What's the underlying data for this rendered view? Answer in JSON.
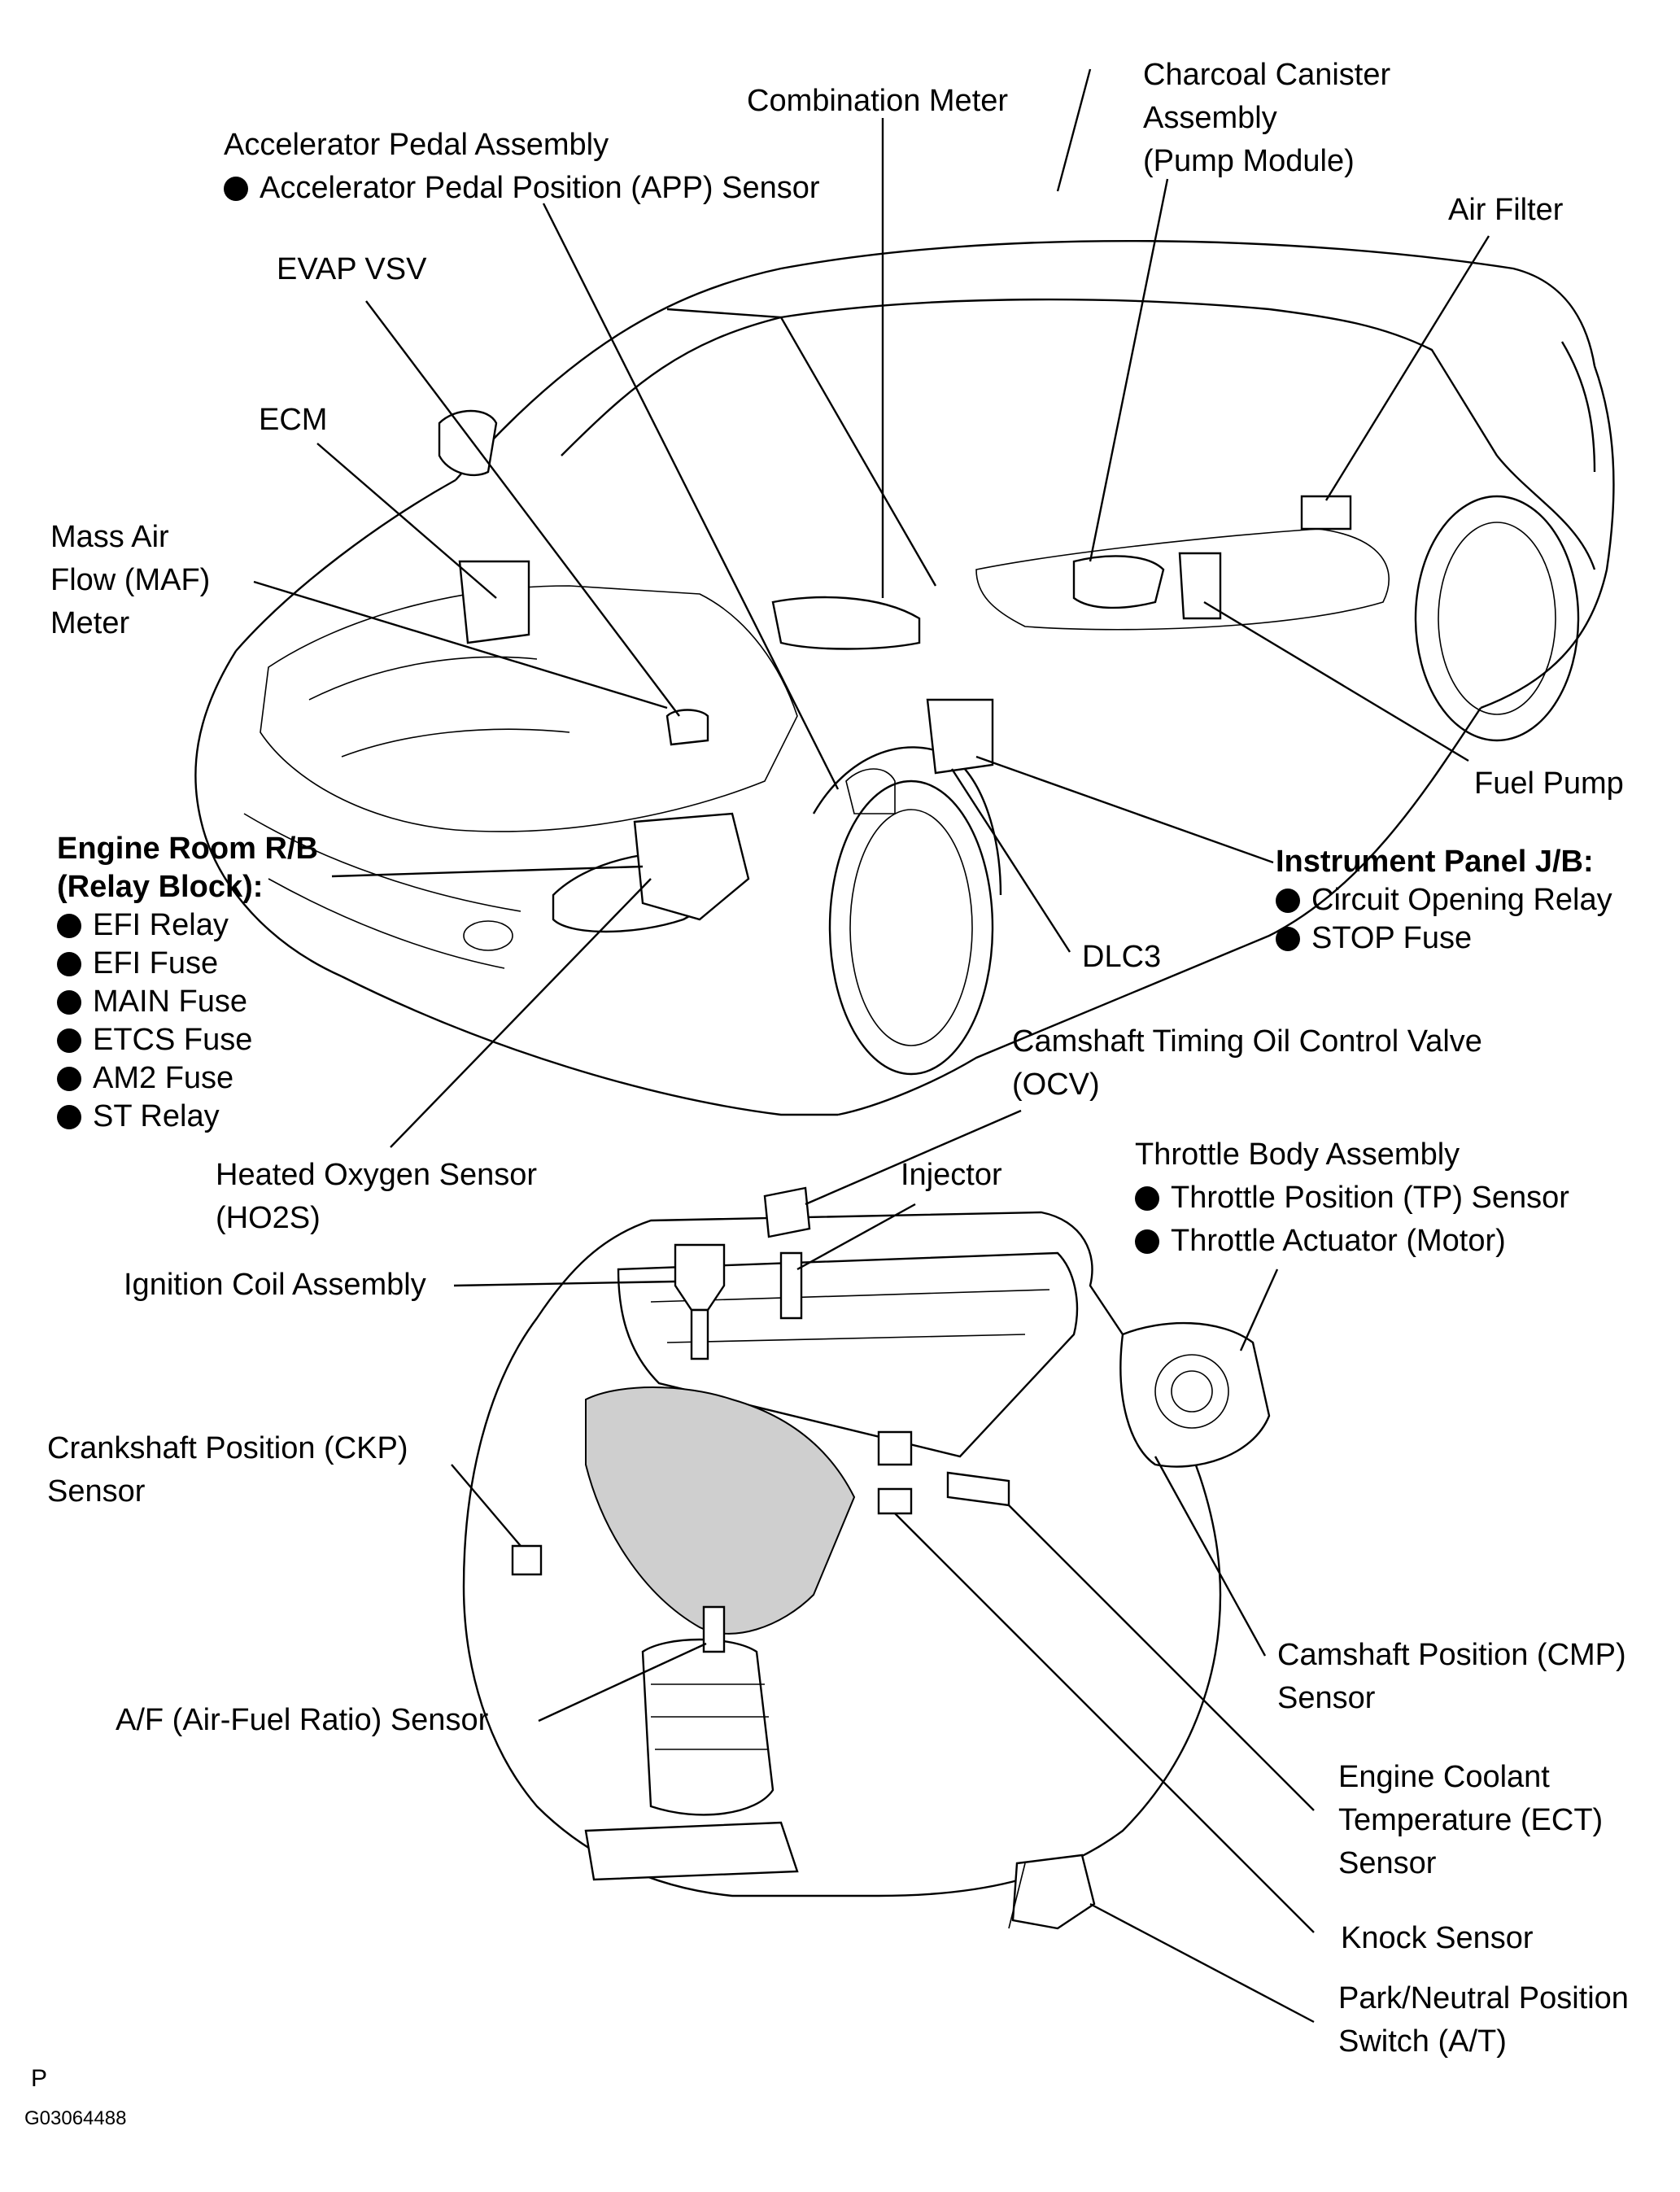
{
  "labels": {
    "combination_meter": "Combination Meter",
    "charcoal_canister": [
      "Charcoal Canister",
      "Assembly",
      "(Pump Module)"
    ],
    "accelerator_pedal": {
      "title": "Accelerator Pedal Assembly",
      "items": [
        "Accelerator Pedal Position (APP) Sensor"
      ]
    },
    "air_filter": "Air Filter",
    "evap_vsv": "EVAP VSV",
    "ecm": "ECM",
    "maf_meter": [
      "Mass Air",
      "Flow (MAF)",
      "Meter"
    ],
    "fuel_pump": "Fuel Pump",
    "engine_room_rb": {
      "title": [
        "Engine Room R/B",
        "(Relay Block):"
      ],
      "items": [
        "EFI Relay",
        "EFI Fuse",
        "MAIN Fuse",
        "ETCS Fuse",
        "AM2 Fuse",
        "ST Relay"
      ]
    },
    "instrument_panel_jb": {
      "title": "Instrument Panel J/B:",
      "items": [
        "Circuit Opening Relay",
        "STOP Fuse"
      ]
    },
    "dlc3": "DLC3",
    "camshaft_ocv": [
      "Camshaft Timing Oil Control Valve",
      "(OCV)"
    ],
    "heated_o2_sensor": [
      "Heated Oxygen Sensor",
      "(HO2S)"
    ],
    "injector": "Injector",
    "throttle_body": {
      "title": "Throttle Body Assembly",
      "items": [
        "Throttle Position (TP) Sensor",
        "Throttle Actuator (Motor)"
      ]
    },
    "ignition_coil": "Ignition Coil Assembly",
    "ckp_sensor": [
      "Crankshaft Position (CKP)",
      "Sensor"
    ],
    "cmp_sensor": [
      "Camshaft Position (CMP)",
      "Sensor"
    ],
    "af_sensor": "A/F (Air-Fuel Ratio) Sensor",
    "ect_sensor": [
      "Engine Coolant",
      "Temperature (ECT)",
      "Sensor"
    ],
    "knock_sensor": "Knock Sensor",
    "park_neutral_switch": [
      "Park/Neutral Position",
      "Switch (A/T)"
    ]
  },
  "footer": {
    "page_letter": "P",
    "figure_code": "G03064488"
  }
}
